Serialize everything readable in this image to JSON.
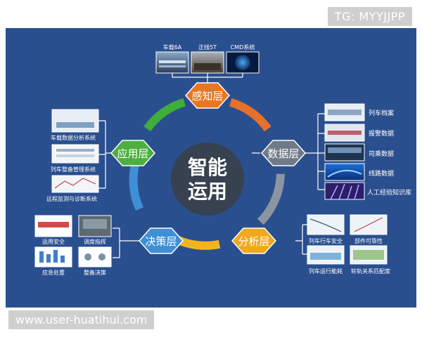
{
  "watermark_top": "TG: MYYJJPP",
  "watermark_bottom": "www.user-huatihui.com",
  "center": {
    "line1": "智能",
    "line2": "运用"
  },
  "layers": {
    "perception": "感知层",
    "data": "数据层",
    "analysis": "分析层",
    "decision": "决策层",
    "application": "应用层"
  },
  "perception_items": [
    "车载6A",
    "正线5T",
    "CMD系统"
  ],
  "data_items": [
    "列车档案",
    "报警数据",
    "司乘数据",
    "线路数据",
    "人工经验知识库"
  ],
  "analysis_items": [
    "列车行车安全",
    "部件可靠性",
    "列车运行能耗",
    "轮轨关系匹配度"
  ],
  "decision_items": [
    "运用安全",
    "调度指挥",
    "应急处置",
    "整备决策"
  ],
  "application_items": [
    "车载数据分析系统",
    "列车整备管理系统",
    "远程监测与诊断系统"
  ],
  "colors": {
    "panel": "#2a4f8f",
    "center_circle": "#374150",
    "perception_hex": "#e87722",
    "data_hex": "#6f7a88",
    "analysis_hex": "#f0a81c",
    "decision_hex": "#3f8fd6",
    "application_hex": "#4caf3f"
  }
}
